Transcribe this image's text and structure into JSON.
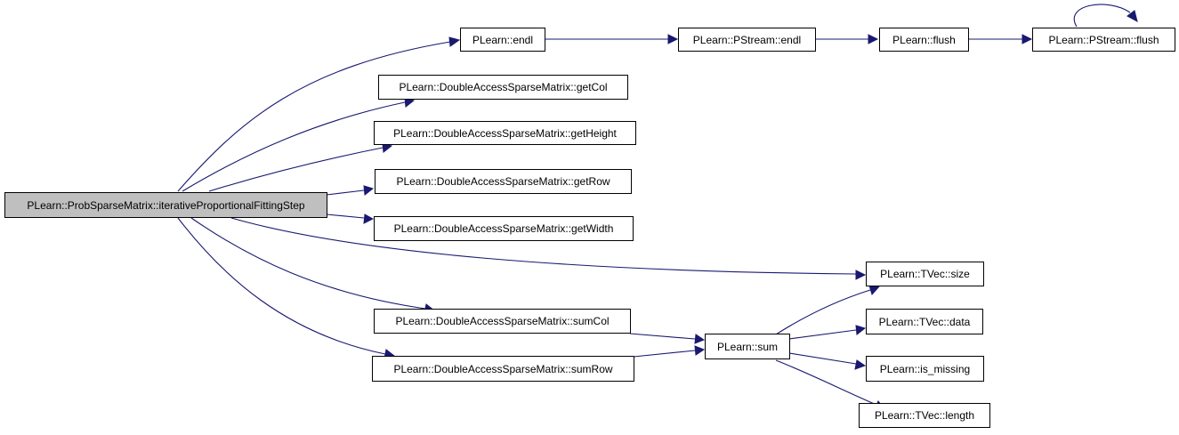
{
  "graph": {
    "root": "PLearn::ProbSparseMatrix::iterativeProportionalFittingStep",
    "nodes": [
      {
        "id": "root",
        "label": "PLearn::ProbSparseMatrix::iterativeProportionalFittingStep",
        "highlighted": true
      },
      {
        "id": "endl",
        "label": "PLearn::endl"
      },
      {
        "id": "pstream_endl",
        "label": "PLearn::PStream::endl"
      },
      {
        "id": "flush",
        "label": "PLearn::flush"
      },
      {
        "id": "pstream_flush",
        "label": "PLearn::PStream::flush"
      },
      {
        "id": "getCol",
        "label": "PLearn::DoubleAccessSparseMatrix::getCol"
      },
      {
        "id": "getHeight",
        "label": "PLearn::DoubleAccessSparseMatrix::getHeight"
      },
      {
        "id": "getRow",
        "label": "PLearn::DoubleAccessSparseMatrix::getRow"
      },
      {
        "id": "getWidth",
        "label": "PLearn::DoubleAccessSparseMatrix::getWidth"
      },
      {
        "id": "tvec_size",
        "label": "PLearn::TVec::size"
      },
      {
        "id": "sumCol",
        "label": "PLearn::DoubleAccessSparseMatrix::sumCol"
      },
      {
        "id": "sumRow",
        "label": "PLearn::DoubleAccessSparseMatrix::sumRow"
      },
      {
        "id": "sum",
        "label": "PLearn::sum"
      },
      {
        "id": "tvec_data",
        "label": "PLearn::TVec::data"
      },
      {
        "id": "is_missing",
        "label": "PLearn::is_missing"
      },
      {
        "id": "tvec_length",
        "label": "PLearn::TVec::length"
      }
    ],
    "edges": [
      {
        "from": "root",
        "to": "endl"
      },
      {
        "from": "root",
        "to": "getCol"
      },
      {
        "from": "root",
        "to": "getHeight"
      },
      {
        "from": "root",
        "to": "getRow"
      },
      {
        "from": "root",
        "to": "getWidth"
      },
      {
        "from": "root",
        "to": "tvec_size"
      },
      {
        "from": "root",
        "to": "sumCol"
      },
      {
        "from": "root",
        "to": "sumRow"
      },
      {
        "from": "endl",
        "to": "pstream_endl"
      },
      {
        "from": "pstream_endl",
        "to": "flush"
      },
      {
        "from": "flush",
        "to": "pstream_flush"
      },
      {
        "from": "pstream_flush",
        "to": "pstream_flush"
      },
      {
        "from": "sumCol",
        "to": "sum"
      },
      {
        "from": "sumRow",
        "to": "sum"
      },
      {
        "from": "sum",
        "to": "tvec_size"
      },
      {
        "from": "sum",
        "to": "tvec_data"
      },
      {
        "from": "sum",
        "to": "is_missing"
      },
      {
        "from": "sum",
        "to": "tvec_length"
      }
    ],
    "colors": {
      "edge": "#191970",
      "node_border": "#000000",
      "root_fill": "#bfbfbf",
      "node_fill": "#ffffff"
    }
  }
}
